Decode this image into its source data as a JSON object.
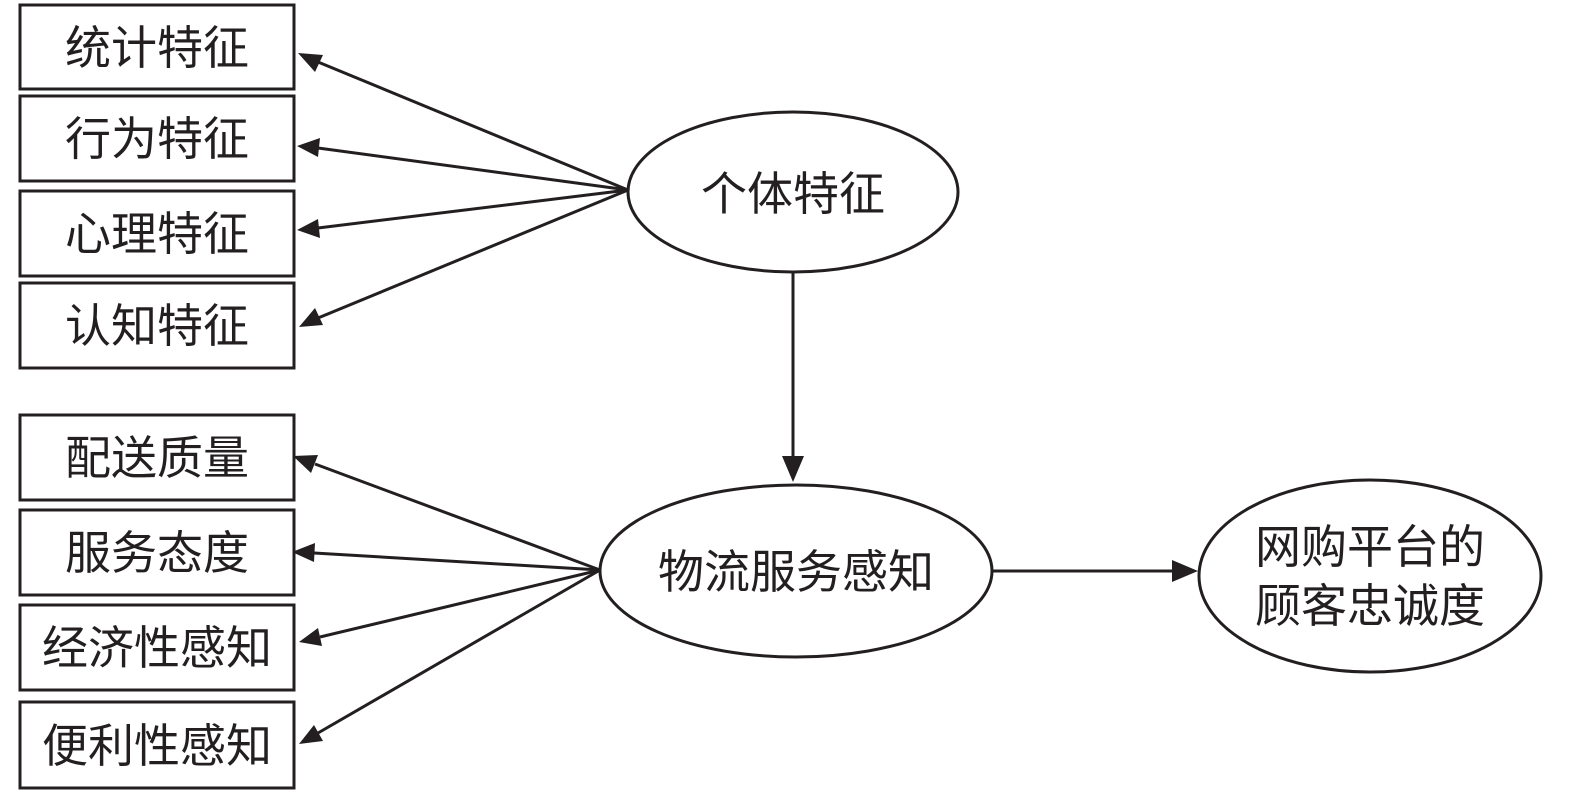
{
  "diagram": {
    "individual_features": {
      "title": "个体特征",
      "items": [
        "统计特征",
        "行为特征",
        "心理特征",
        "认知特征"
      ]
    },
    "logistics_perception": {
      "title": "物流服务感知",
      "items": [
        "配送质量",
        "服务态度",
        "经济性感知",
        "便利性感知"
      ]
    },
    "loyalty": {
      "line1": "网购平台的",
      "line2": "顾客忠诚度"
    }
  }
}
